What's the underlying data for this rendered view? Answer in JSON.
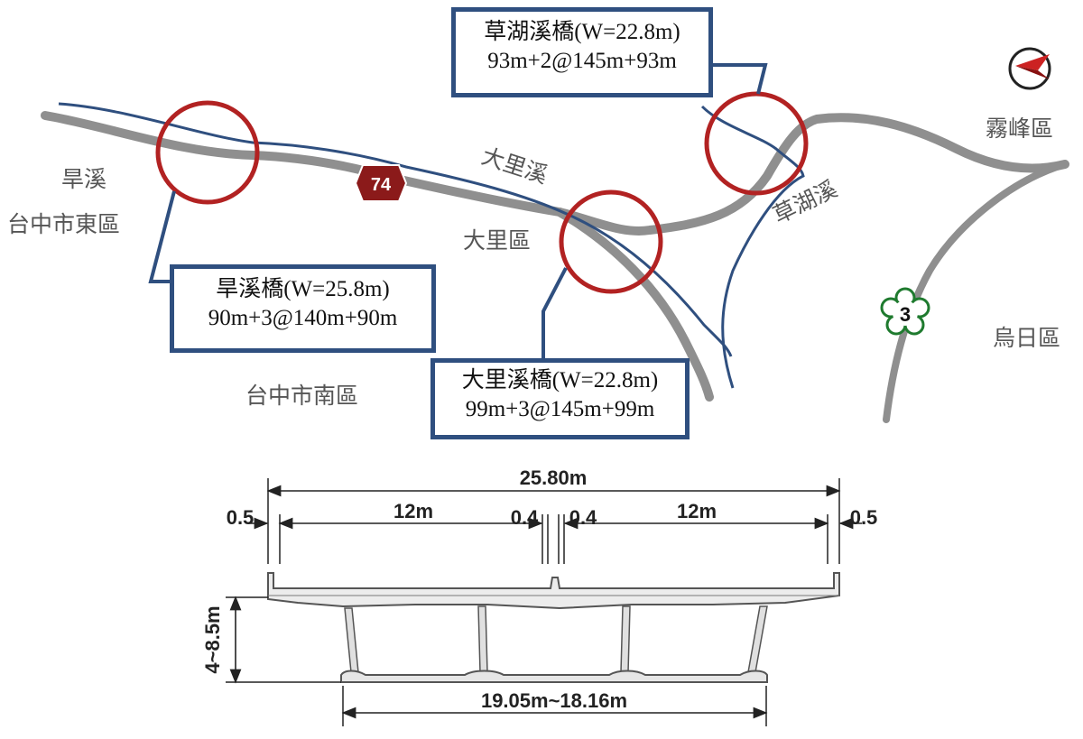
{
  "map": {
    "districts": {
      "east": "台中市東區",
      "south": "台中市南區",
      "dali": "大里區",
      "wufeng": "霧峰區",
      "wuri": "烏日區"
    },
    "rivers": {
      "hanxi": "旱溪",
      "dalixi": "大里溪",
      "caohuxi": "草湖溪"
    },
    "route_74": "74",
    "route_3": "3",
    "compass_icon": "compass-icon"
  },
  "bridges": {
    "hanxi": {
      "name": "旱溪橋(W=25.8m)",
      "spans": "90m+3@140m+90m"
    },
    "dalixi": {
      "name": "大里溪橋(W=22.8m)",
      "spans": "99m+3@145m+99m"
    },
    "caohuxi": {
      "name": "草湖溪橋(W=22.8m)",
      "spans": "93m+2@145m+93m"
    }
  },
  "section": {
    "total_width": "25.80m",
    "edge_left": "0.5",
    "edge_right": "0.5",
    "lane_left": "12m",
    "lane_right": "12m",
    "median_left": "0.4",
    "median_right": "0.4",
    "depth": "4~8.5m",
    "bottom_width": "19.05m~18.16m"
  },
  "colors": {
    "road": "#8f8f8f",
    "river": "#2f4f7f",
    "circle": "#b22222",
    "box_border": "#2f4f7f",
    "route74": "#8b1a1a",
    "route3": "#1e7a2e"
  }
}
